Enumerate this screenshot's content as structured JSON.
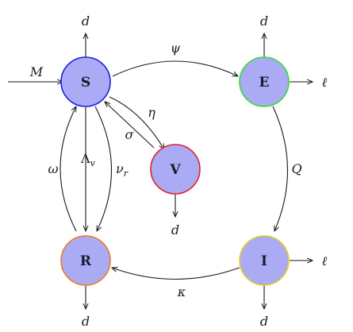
{
  "nodes": {
    "S": {
      "label": "S",
      "fill": "#aaaaf5",
      "stroke": "#1f1fe0"
    },
    "E": {
      "label": "E",
      "fill": "#aaaaf5",
      "stroke": "#33dd33"
    },
    "V": {
      "label": "V",
      "fill": "#aaaaf5",
      "stroke": "#e0202a"
    },
    "R": {
      "label": "R",
      "fill": "#aaaaf5",
      "stroke": "#f07a20"
    },
    "I": {
      "label": "I",
      "fill": "#aaaaf5",
      "stroke": "#e8d020"
    }
  },
  "edges": {
    "M": "M",
    "psi": "ψ",
    "eta": "η",
    "sigma": "σ",
    "omega": "ω",
    "lambda_v": "Λ",
    "lambda_v_sub": "v",
    "nu_r": "ν",
    "nu_r_sub": "r",
    "Q": "Q",
    "kappa": "κ"
  },
  "outflows": {
    "death": "d",
    "ell": "ℓ"
  }
}
